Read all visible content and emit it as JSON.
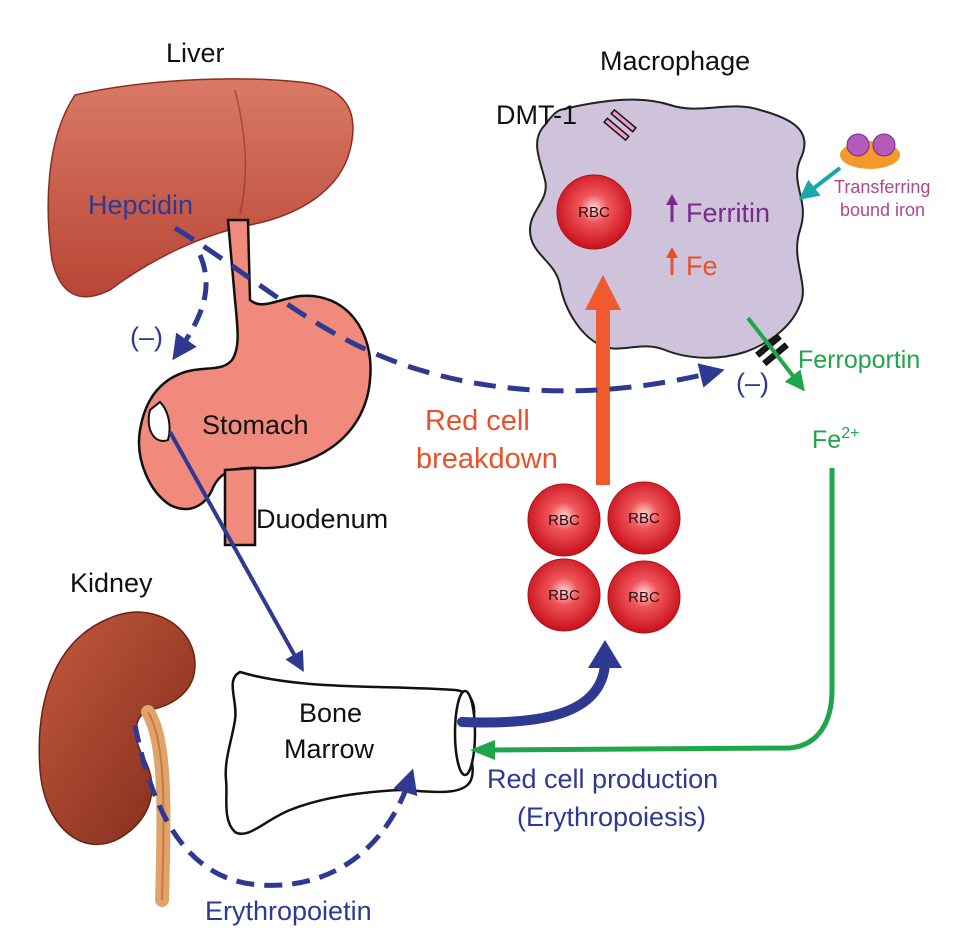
{
  "labels": {
    "liver": "Liver",
    "macrophage": "Macrophage",
    "dmt1": "DMT-1",
    "hepcidin": "Hepcidin",
    "minus_left": "(–)",
    "minus_right": "(–)",
    "stomach": "Stomach",
    "duodenum": "Duodenum",
    "kidney": "Kidney",
    "bone": "Bone",
    "marrow": "Marrow",
    "erythropoietin": "Erythropoietin",
    "red_cell_1": "Red cell",
    "red_cell_2": "breakdown",
    "ferritin": "Ferritin",
    "fe": "Fe",
    "transferring_1": "Transferring",
    "transferring_2": "bound iron",
    "ferroportin": "Ferroportin",
    "fe2_base": "Fe",
    "fe2_sup": "2+",
    "production_1": "Red cell production",
    "production_2": "(Erythropoiesis)"
  },
  "rbc": {
    "label": "RBC",
    "cells": [
      "RBC",
      "RBC",
      "RBC",
      "RBC",
      "RBC"
    ]
  },
  "colors": {
    "hepcidin_blue": "#2e3a92",
    "breakdown_red": "#e8512a",
    "ferroportin_green": "#1fa54a",
    "ferritin_purple": "#7a2a8a",
    "macrophage_fill": "#cfc3dc",
    "liver": "#c9594a",
    "stomach": "#ef8a7c",
    "kidney": "#a8402a",
    "rbc": "#e0202a"
  }
}
